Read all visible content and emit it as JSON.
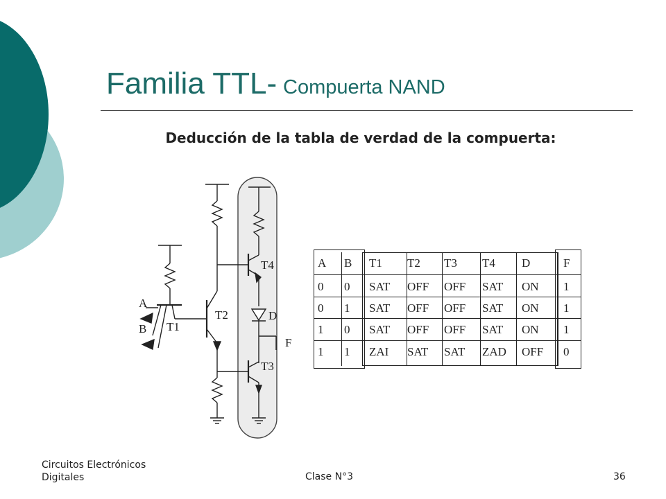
{
  "slide": {
    "title_main": "Familia TTL-",
    "title_sub": "Compuerta  NAND",
    "subtitle": "Deducción de la tabla de verdad de la compuerta:"
  },
  "circuit": {
    "labels": {
      "a": "A",
      "b": "B",
      "t1": "T1",
      "t2": "T2",
      "t3": "T3",
      "t4": "T4",
      "d": "D",
      "f": "F"
    }
  },
  "truth_table": {
    "headers": [
      "A",
      "B",
      "T1",
      "T2",
      "T3",
      "T4",
      "D",
      "F"
    ],
    "rows": [
      [
        "0",
        "0",
        "SAT",
        "OFF",
        "OFF",
        "SAT",
        "ON",
        "1"
      ],
      [
        "0",
        "1",
        "SAT",
        "OFF",
        "OFF",
        "SAT",
        "ON",
        "1"
      ],
      [
        "1",
        "0",
        "SAT",
        "OFF",
        "OFF",
        "SAT",
        "ON",
        "1"
      ],
      [
        "1",
        "1",
        "ZAI",
        "SAT",
        "SAT",
        "ZAD",
        "OFF",
        "0"
      ]
    ]
  },
  "footer": {
    "course_line1": "Circuitos Electrónicos",
    "course_line2": "Digitales",
    "class": "Clase N°3",
    "page": "36"
  },
  "colors": {
    "teal_dark": "#086b6a",
    "teal_light": "#9fcfcf",
    "title": "#1c6b67"
  }
}
